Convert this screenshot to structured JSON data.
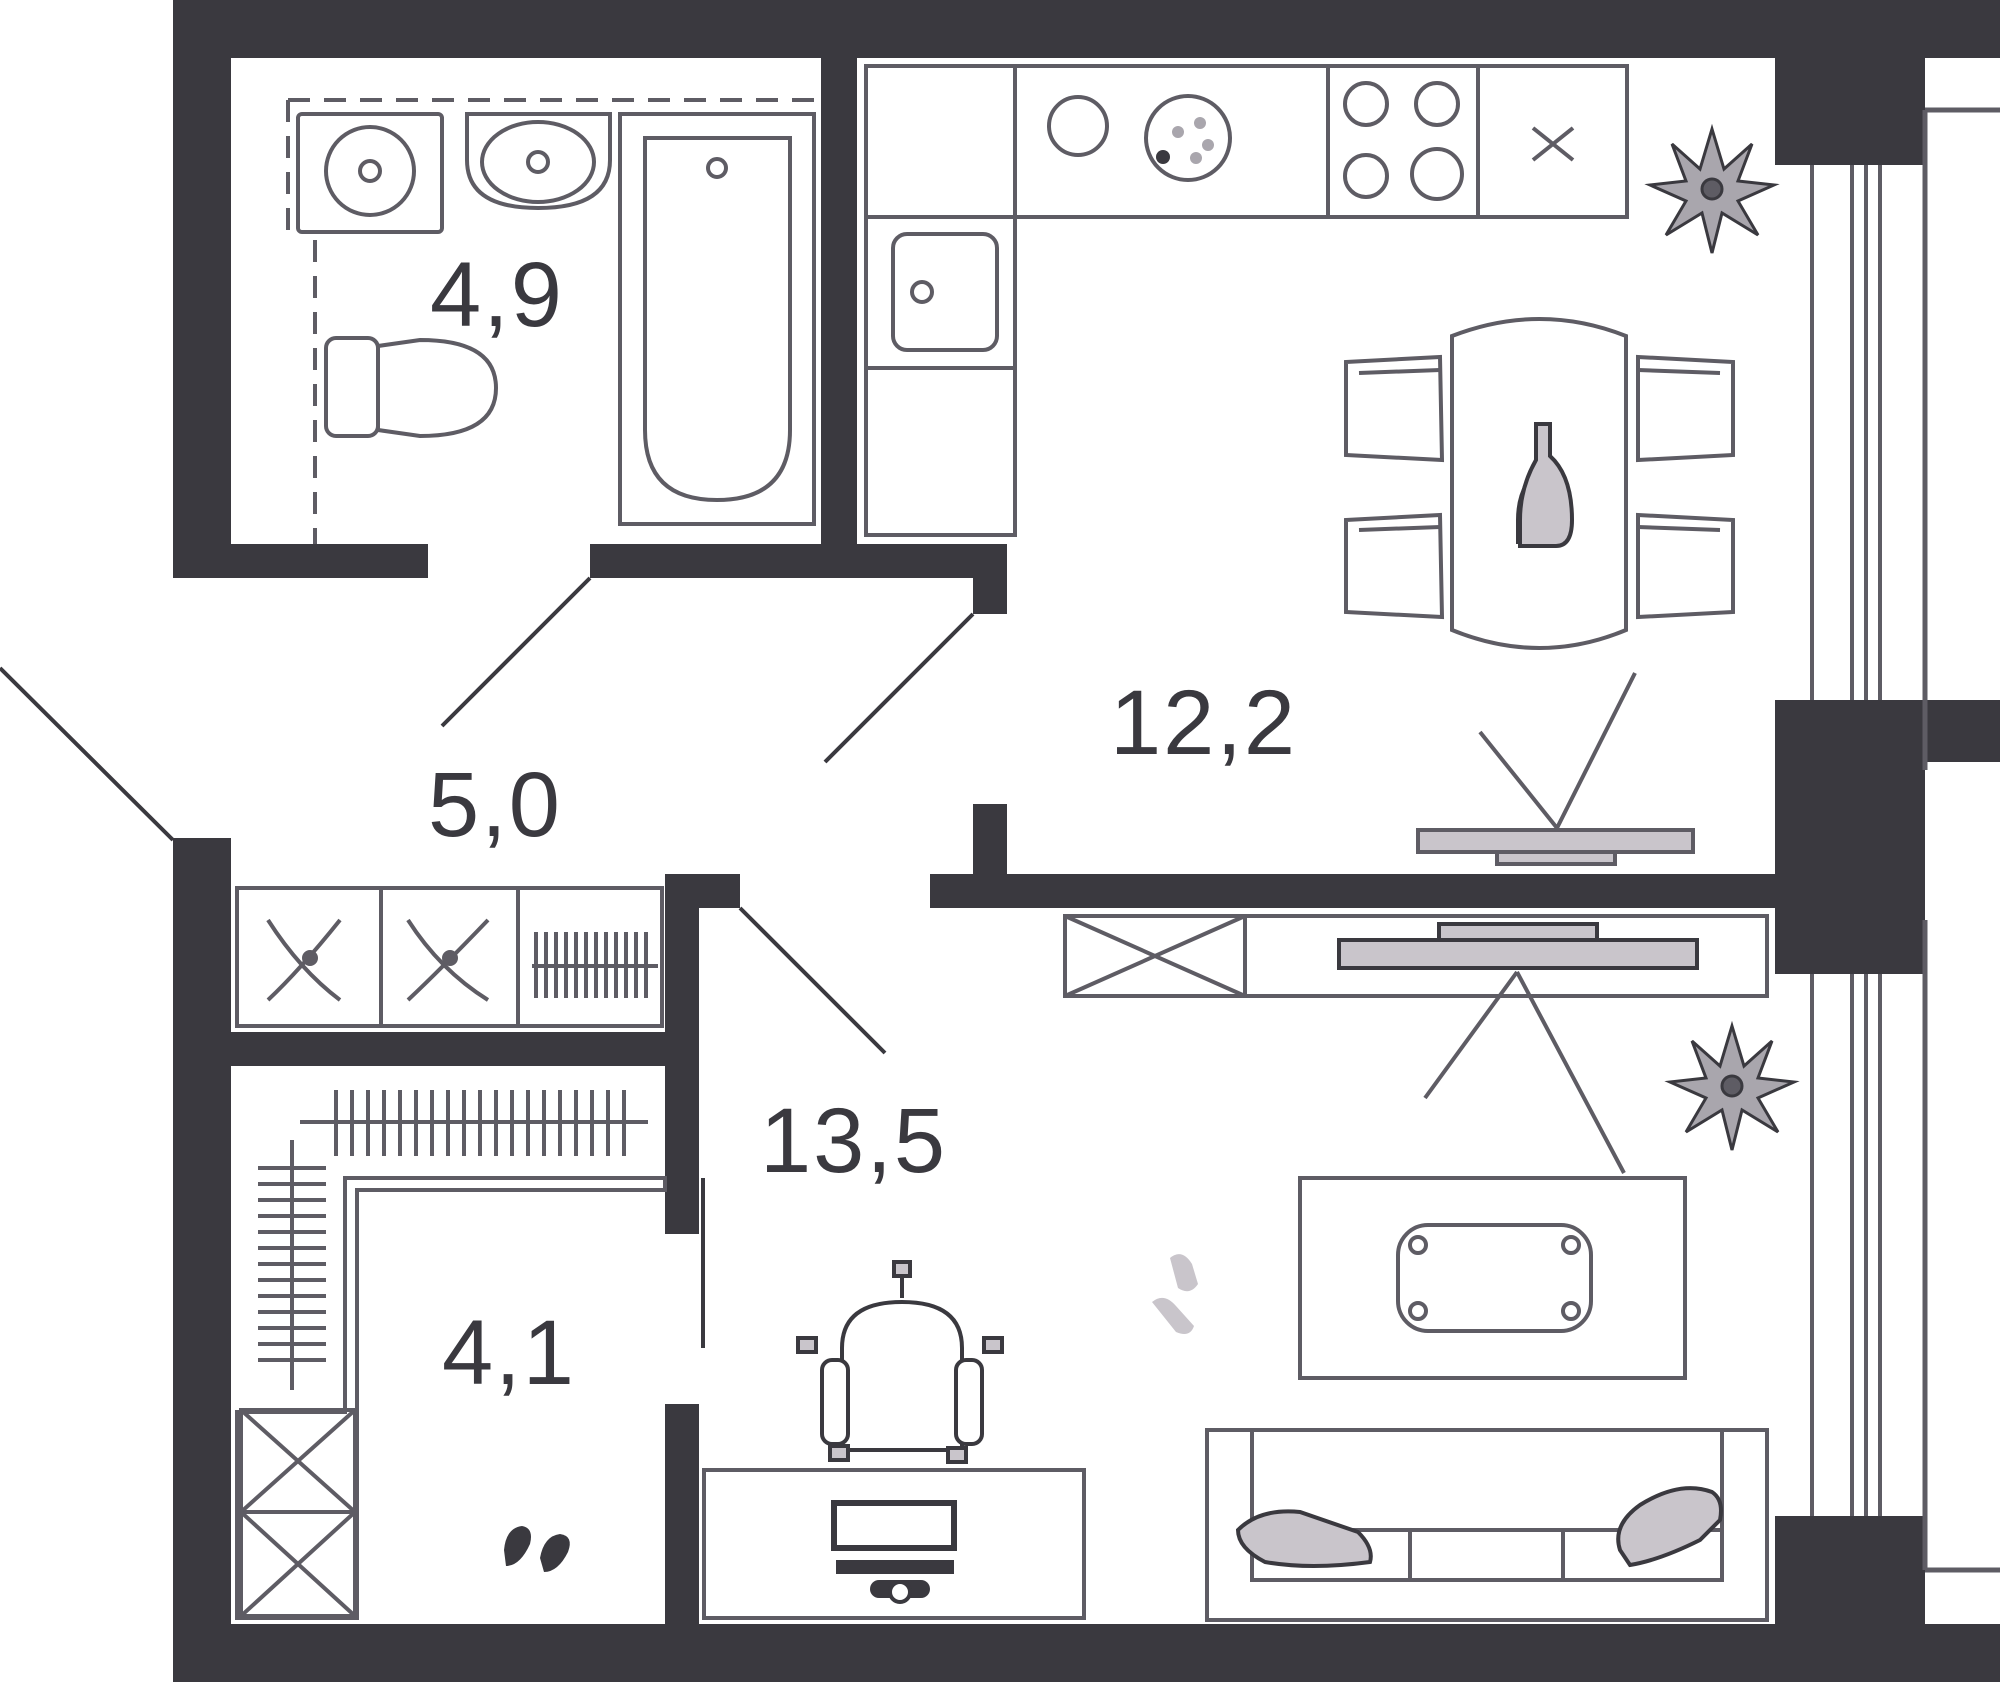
{
  "plan": {
    "colors": {
      "wall": "#3a393f",
      "line": "#5e5c64",
      "fill_light": "#c9c5cb",
      "fill_mid": "#a9a6ad",
      "background": "#ffffff"
    },
    "rooms": [
      {
        "id": "bathroom",
        "area": "4,9"
      },
      {
        "id": "kitchen",
        "area": "12,2"
      },
      {
        "id": "hallway",
        "area": "5,0"
      },
      {
        "id": "living-room",
        "area": "13,5"
      },
      {
        "id": "wardrobe",
        "area": "4,1"
      }
    ],
    "icons": [
      "sink-icon",
      "washbasin-icon",
      "bathtub-icon",
      "toilet-icon",
      "stove-icon",
      "plant-icon",
      "dining-table-icon",
      "vase-icon",
      "tv-icon",
      "sofa-icon",
      "coffee-table-icon",
      "office-chair-icon",
      "desk-icon",
      "slippers-icon",
      "clothes-rail-icon"
    ]
  }
}
